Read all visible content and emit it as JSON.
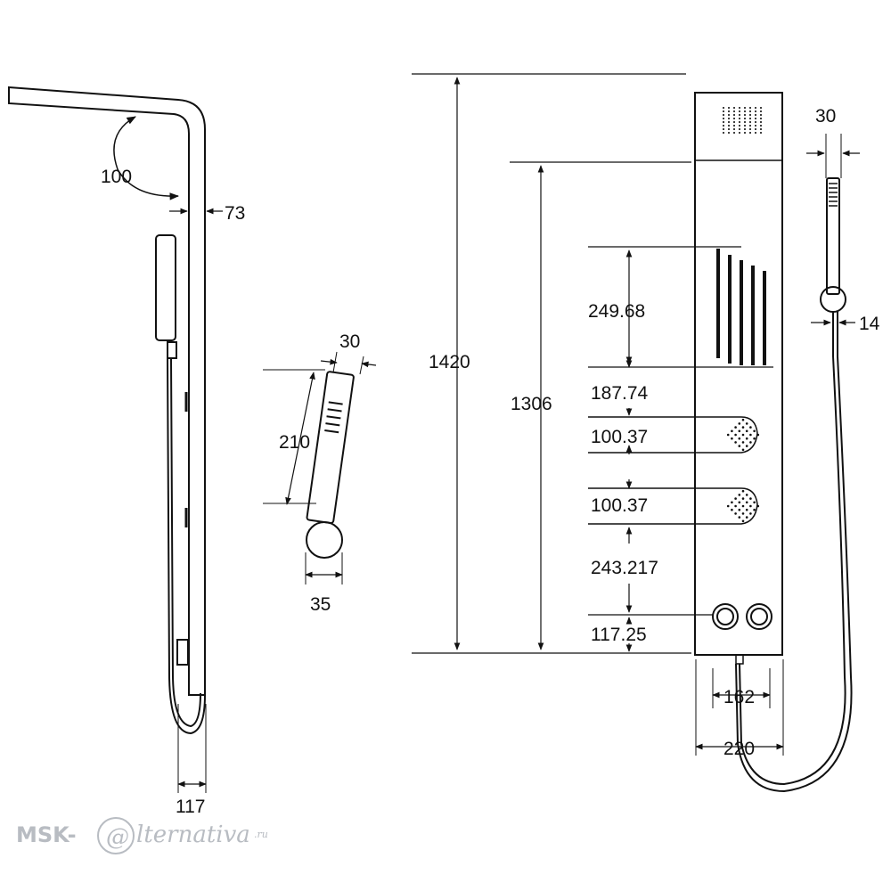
{
  "dimensions": {
    "arm_angle": "100",
    "arm_depth": "73",
    "base_depth": "117",
    "handset_head_width": "30",
    "handset_length": "210",
    "handset_base": "35",
    "total_height": "1420",
    "body_height": "1306",
    "rain_jets_height": "249.68",
    "gap_upper": "187.74",
    "jet_block_upper": "100.37",
    "jet_block_lower": "100.37",
    "gap_lower": "243.217",
    "valve_offset": "117.25",
    "valve_spacing": "162",
    "panel_width": "220",
    "hose_handset_width": "30",
    "hose_width": "14"
  },
  "watermark": {
    "prefix": "MSK-",
    "at": "@",
    "suffix": "lternativa",
    "domain": ".ru"
  }
}
